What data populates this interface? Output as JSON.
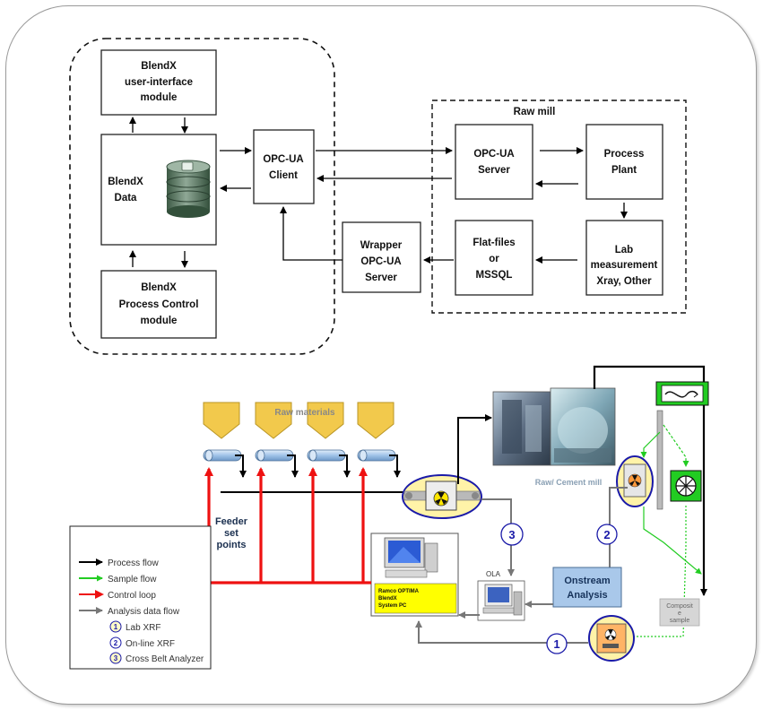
{
  "top_diagram": {
    "ui_module": [
      "BlendX",
      "user-interface",
      "module"
    ],
    "data_box": [
      "BlendX",
      "Data"
    ],
    "pc_module": [
      "BlendX",
      "Process Control",
      "module"
    ],
    "opc_client": [
      "OPC-UA",
      "Client"
    ],
    "wrapper": [
      "Wrapper",
      "OPC-UA",
      "Server"
    ],
    "raw_mill_title": "Raw mill",
    "opc_server": [
      "OPC-UA",
      "Server"
    ],
    "process_plant": [
      "Process",
      "Plant"
    ],
    "flat_files": [
      "Flat-files",
      "or",
      "MSSQL"
    ],
    "lab_measurement": [
      "Lab",
      "measurement",
      "Xray, Other"
    ]
  },
  "bottom_diagram": {
    "raw_materials": "Raw materials",
    "feeder_setpoints": [
      "Feeder",
      "set",
      "points"
    ],
    "mill_label": "Raw/ Cement mill",
    "onstream": [
      "Onstream",
      "Analysis"
    ],
    "ola_label": "OLA",
    "pc_label": [
      "Ramco OPTIMA",
      "BlendX",
      "System PC"
    ],
    "composite": [
      "Composit",
      "e",
      "sample"
    ],
    "num_1": "1",
    "num_2": "2",
    "num_3": "3"
  },
  "legend": {
    "items": [
      {
        "label": "Process flow",
        "color": "#000000"
      },
      {
        "label": "Sample flow",
        "color": "#22cc22"
      },
      {
        "label": "Control loop",
        "color": "#ee1111"
      },
      {
        "label": "Analysis data flow",
        "color": "#777777"
      }
    ],
    "numbered": [
      {
        "num": "1",
        "label": "Lab XRF"
      },
      {
        "num": "2",
        "label": "On-line XRF"
      },
      {
        "num": "3",
        "label": "Cross Belt Analyzer"
      }
    ]
  },
  "colors": {
    "hopper": "#f2c94c",
    "conveyor": "#a9c8ea",
    "analyzer_bg": "#fff3a8",
    "analyzer_ring": "#1a1aa8",
    "onstream_bg": "#a9c8ea",
    "pc_label_bg": "#ffff00",
    "mill_green": "#22cc22"
  }
}
